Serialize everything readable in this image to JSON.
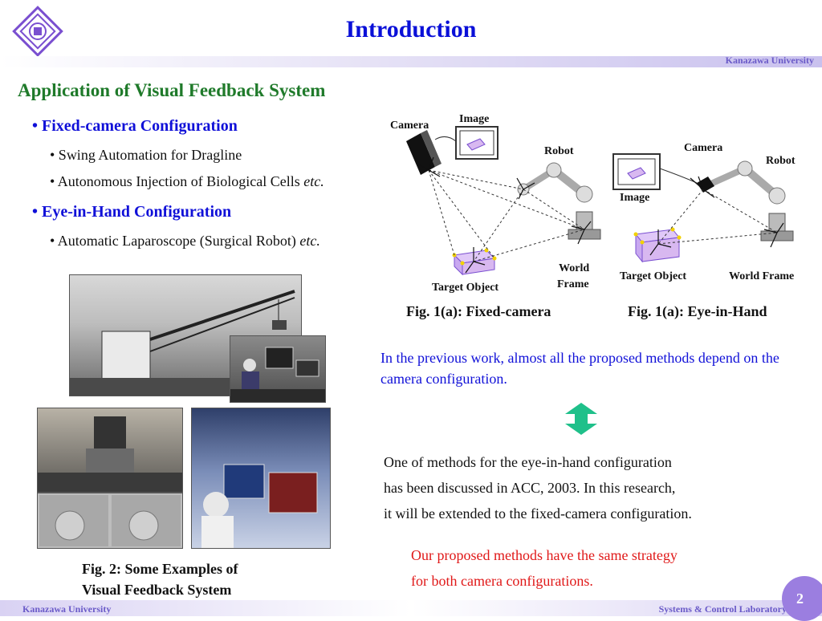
{
  "header": {
    "title": "Introduction",
    "university_top": "Kanazawa University",
    "logo_icon": "university-seal-icon"
  },
  "section": {
    "subtitle": "Application of Visual Feedback System"
  },
  "bullets": [
    {
      "label": "• Fixed-camera Configuration",
      "items": [
        "• Swing Automation for Dragline",
        "• Autonomous Injection of Biological Cells "
      ],
      "etc": "etc."
    },
    {
      "label": "• Eye-in-Hand Configuration",
      "items": [
        "• Automatic Laparoscope (Surgical Robot)  "
      ],
      "etc": "etc."
    }
  ],
  "fig1a": {
    "labels": {
      "camera": "Camera",
      "image": "Image",
      "robot": "Robot",
      "target": "Target Object",
      "world1": "World",
      "world2": "Frame"
    },
    "caption": "Fig. 1(a): Fixed-camera"
  },
  "fig1b": {
    "labels": {
      "camera": "Camera",
      "image": "Image",
      "robot": "Robot",
      "target": "Target Object",
      "world": "World Frame"
    },
    "caption": "Fig. 1(a): Eye-in-Hand"
  },
  "text_blue": "In the previous work, almost all the proposed methods depend on the camera configuration.",
  "arrow_icon": "double-arrow-icon",
  "text_black": [
    "One of methods for the eye-in-hand configuration",
    "has been discussed in ACC, 2003. In this research,",
    "it will be extended to the fixed-camera configuration."
  ],
  "text_red": [
    "Our proposed methods have the same strategy",
    "for both camera configurations."
  ],
  "fig2": {
    "caption_line1": "Fig. 2: Some Examples of",
    "caption_line2": "Visual Feedback System"
  },
  "footer": {
    "university": "Kanazawa University",
    "lab": "Systems & Control Laboratory",
    "page": "2"
  },
  "colors": {
    "title_blue": "#0a10d8",
    "subtitle_green": "#1f7a2a",
    "accent_red": "#e01818",
    "footer_purple": "#6a5ac8"
  }
}
